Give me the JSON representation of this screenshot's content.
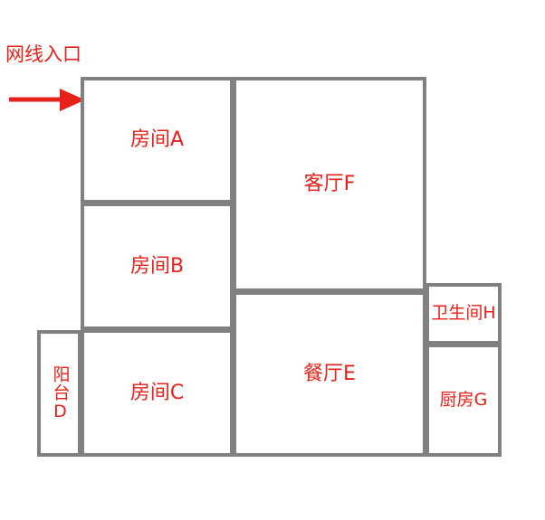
{
  "diagram": {
    "title_text": "网线入口",
    "annotation": {
      "label": "网线入口",
      "arrow_icon": "right-arrow-icon",
      "color": "#e8201a"
    },
    "colors": {
      "wall": "#808080",
      "label_text": "#e8201a",
      "arrow": "#e8201a",
      "room_fill": "#ffffff",
      "background": "#ffffff"
    },
    "rooms": [
      {
        "id": "A",
        "label": "房间A",
        "name": "room-a",
        "orientation": "horizontal"
      },
      {
        "id": "B",
        "label": "房间B",
        "name": "room-b",
        "orientation": "horizontal"
      },
      {
        "id": "C",
        "label": "房间C",
        "name": "room-c",
        "orientation": "horizontal"
      },
      {
        "id": "D",
        "label": "阳台D",
        "name": "balcony-d",
        "orientation": "vertical"
      },
      {
        "id": "E",
        "label": "餐厅E",
        "name": "dining-room-e",
        "orientation": "horizontal"
      },
      {
        "id": "F",
        "label": "客厅F",
        "name": "living-room-f",
        "orientation": "horizontal"
      },
      {
        "id": "G",
        "label": "厨房G",
        "name": "kitchen-g",
        "orientation": "horizontal"
      },
      {
        "id": "H",
        "label": "卫生间H",
        "name": "bathroom-h",
        "orientation": "horizontal"
      }
    ]
  }
}
